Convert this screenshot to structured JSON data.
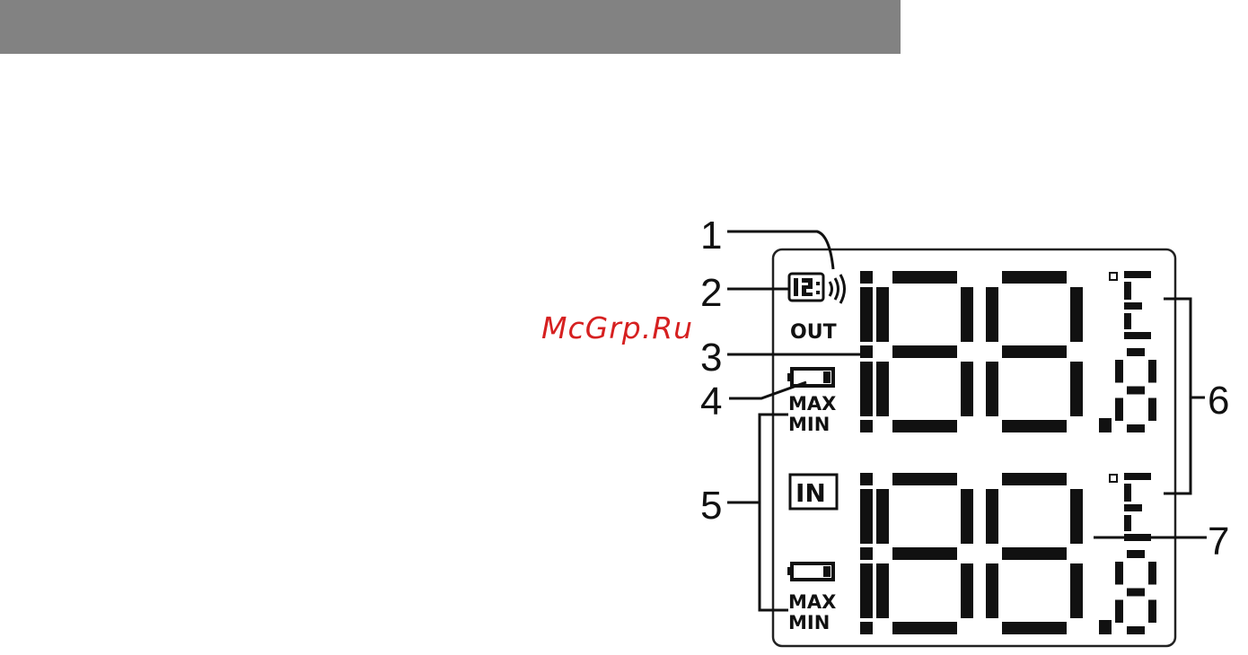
{
  "header": {
    "bar_color": "#828282"
  },
  "watermark": {
    "text": "McGrp.Ru",
    "color": "#d62020"
  },
  "lcd": {
    "out_label": "OUT",
    "in_label": "IN",
    "max_label": "MAX",
    "min_label": "MIN",
    "outdoor_temp": "188.8",
    "indoor_temp": "188.8",
    "unit_symbol": "E"
  },
  "callouts": [
    "1",
    "2",
    "3",
    "4",
    "5",
    "6",
    "7"
  ],
  "icons": [
    "thermometer-sensor-icon",
    "wireless-signal-icon",
    "battery-icon"
  ]
}
